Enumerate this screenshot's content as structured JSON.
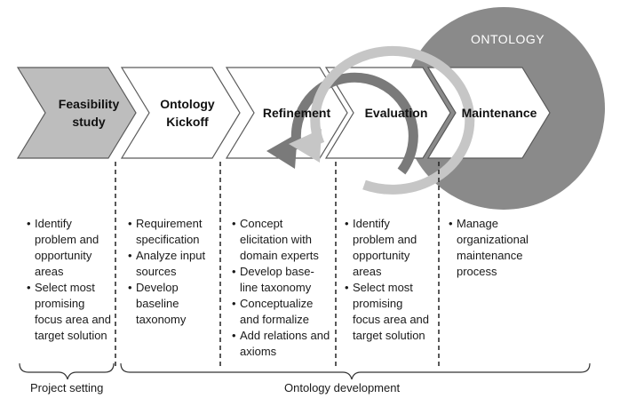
{
  "ontology_label": "ONTOLOGY",
  "phases": [
    {
      "id": "feasibility",
      "label": "Feasibility study",
      "bullets": [
        "Identify problem and opportunity areas",
        "Select most promising focus area and target solution"
      ]
    },
    {
      "id": "kickoff",
      "label": "Ontology Kickoff",
      "bullets": [
        "Requirement specification",
        "Analyze input sources",
        "Develop baseline taxonomy"
      ]
    },
    {
      "id": "refinement",
      "label": "Refinement",
      "bullets": [
        "Concept elicitation with domain experts",
        "Develop base-line taxonomy",
        "Conceptualize and formalize",
        "Add relations and axioms"
      ]
    },
    {
      "id": "evaluation",
      "label": "Evaluation",
      "bullets": [
        "Identify problem and opportunity areas",
        "Select most promising focus area and target solution"
      ]
    },
    {
      "id": "maintenance",
      "label": "Maintenance",
      "bullets": [
        "Manage organizational maintenance process"
      ]
    }
  ],
  "groups": {
    "project_setting": "Project setting",
    "ontology_development": "Ontology development"
  },
  "colors": {
    "ontology_circle": "#8a8a8a",
    "feasibility_fill": "#bdbdbd",
    "cycle_dark": "#7a7a7a",
    "cycle_light": "#c6c6c6"
  }
}
